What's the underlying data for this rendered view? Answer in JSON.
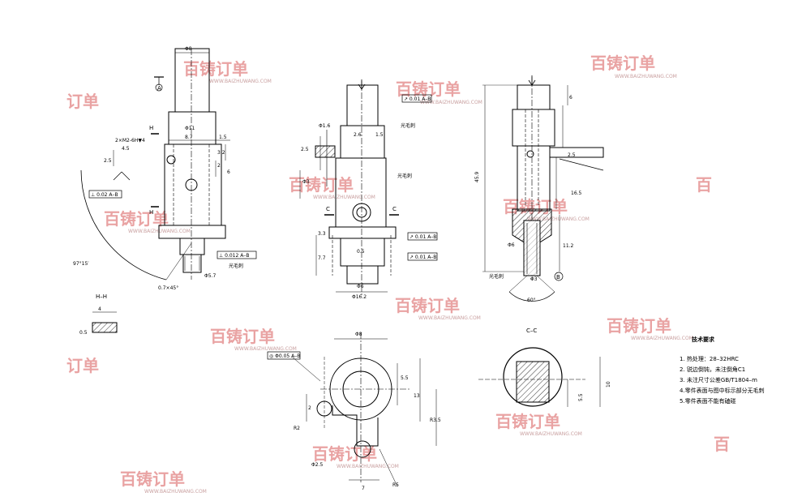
{
  "watermark": {
    "brand": "百铸订单",
    "url": "WWW.BAIZHUWANG.COM",
    "color": "#e9a3a3"
  },
  "views": {
    "section_hh": "H–H",
    "section_cc": "C–C",
    "cut_h": "H",
    "cut_c": "C",
    "datum_a": "A",
    "detail_b": "B"
  },
  "dimensions": {
    "d8": "Φ8",
    "d11": "Φ11",
    "d6": "Φ6",
    "d16": "Φ16.2",
    "d3": "Φ3",
    "d2_5": "Φ2.5",
    "d1_6": "Φ1.6",
    "d5_7": "Φ5.7",
    "r3_5": "R3.5",
    "r2": "R2",
    "r5": "R5",
    "len_8_7": "8.7",
    "len_1_5": "1.5",
    "len_3_2": "3.2",
    "len_2": "2",
    "len_6": "6",
    "len_2_6": "2.6",
    "len_2_5": "2.5",
    "len_3_3": "3.3",
    "len_7_7": "7.7",
    "len_45_9": "45.9",
    "len_16_5": "16.5",
    "len_11_2": "11.2",
    "len_5_5": "5.5",
    "len_13": "13",
    "len_7": "7",
    "len_10": "10",
    "len_4": "4",
    "len_0_5": "0.5",
    "len_4_5": "4.5",
    "angle_97": "97°15′",
    "angle_60": "60°",
    "chamfer": "0.7×45°",
    "thread_note": "2×M2-6H▼4",
    "surface": "光毛刺"
  },
  "tolerances": {
    "perp_1": "⊥ 0.02 A–B",
    "runout_1": "↗ 0.01 A–B",
    "runout_2": "↗ 0.01 A–B",
    "runout_3": "↗ 0.01 A–B",
    "perp_2": "⊥ 0.012 A–B",
    "pos_1": "◎ Φ0.05 A–B"
  },
  "tech": {
    "title": "技术要求",
    "items": [
      "1. 热处理：28–32HRC",
      "2. 锐边倒钝，未注倒角C1",
      "3. 未注尺寸公差GB/T1804–m",
      "4.零件表面与图中标示部分无毛刺",
      "5.零件表面不能有磕碰"
    ]
  }
}
